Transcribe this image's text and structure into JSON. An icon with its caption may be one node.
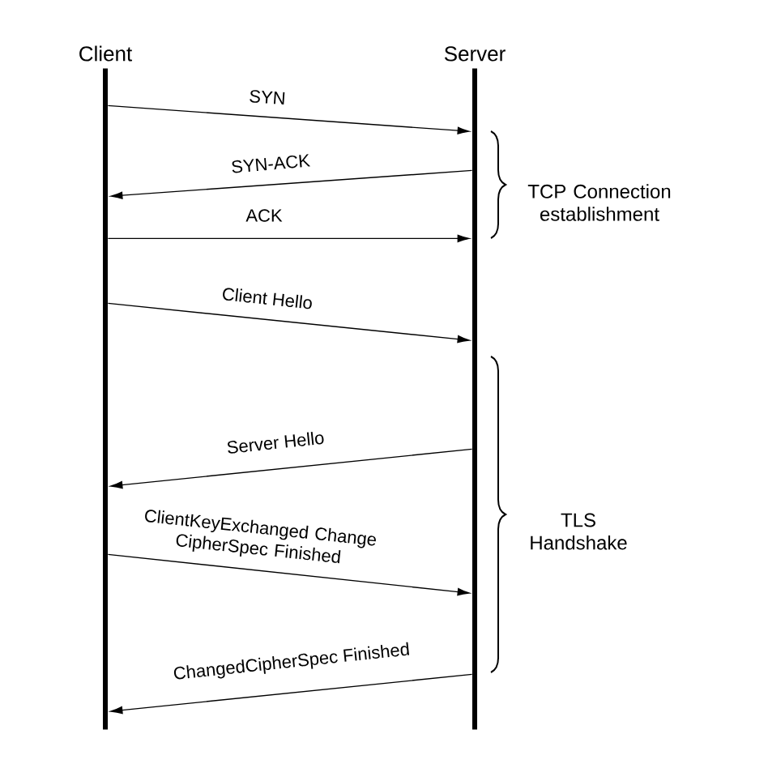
{
  "diagram": {
    "nodes": [
      {
        "text": [
          "Client"
        ]
      },
      {
        "text": [
          "Server"
        ]
      }
    ],
    "edges": [
      {
        "from": 0,
        "to": 1,
        "arrow": "to",
        "label": "SYN"
      },
      {
        "from": 1,
        "to": 0,
        "arrow": "to",
        "label": "SYN-ACK"
      },
      {
        "from": 0,
        "to": 1,
        "arrow": "to",
        "label": "ACK"
      },
      {
        "from": 0,
        "to": 1,
        "arrow": "to",
        "label": "Client Hello"
      },
      {
        "from": 1,
        "to": 0,
        "arrow": "to",
        "label": "Server Hello"
      },
      {
        "from": 0,
        "to": 1,
        "arrow": "to",
        "label": "ClientKeyExchanged Change CipherSpec Finished"
      },
      {
        "from": 1,
        "to": 0,
        "arrow": "to",
        "label": "ChangedCipherSpec Finished"
      }
    ],
    "labels": [
      "TCP Connection establishment",
      "TLS Handshake"
    ]
  }
}
